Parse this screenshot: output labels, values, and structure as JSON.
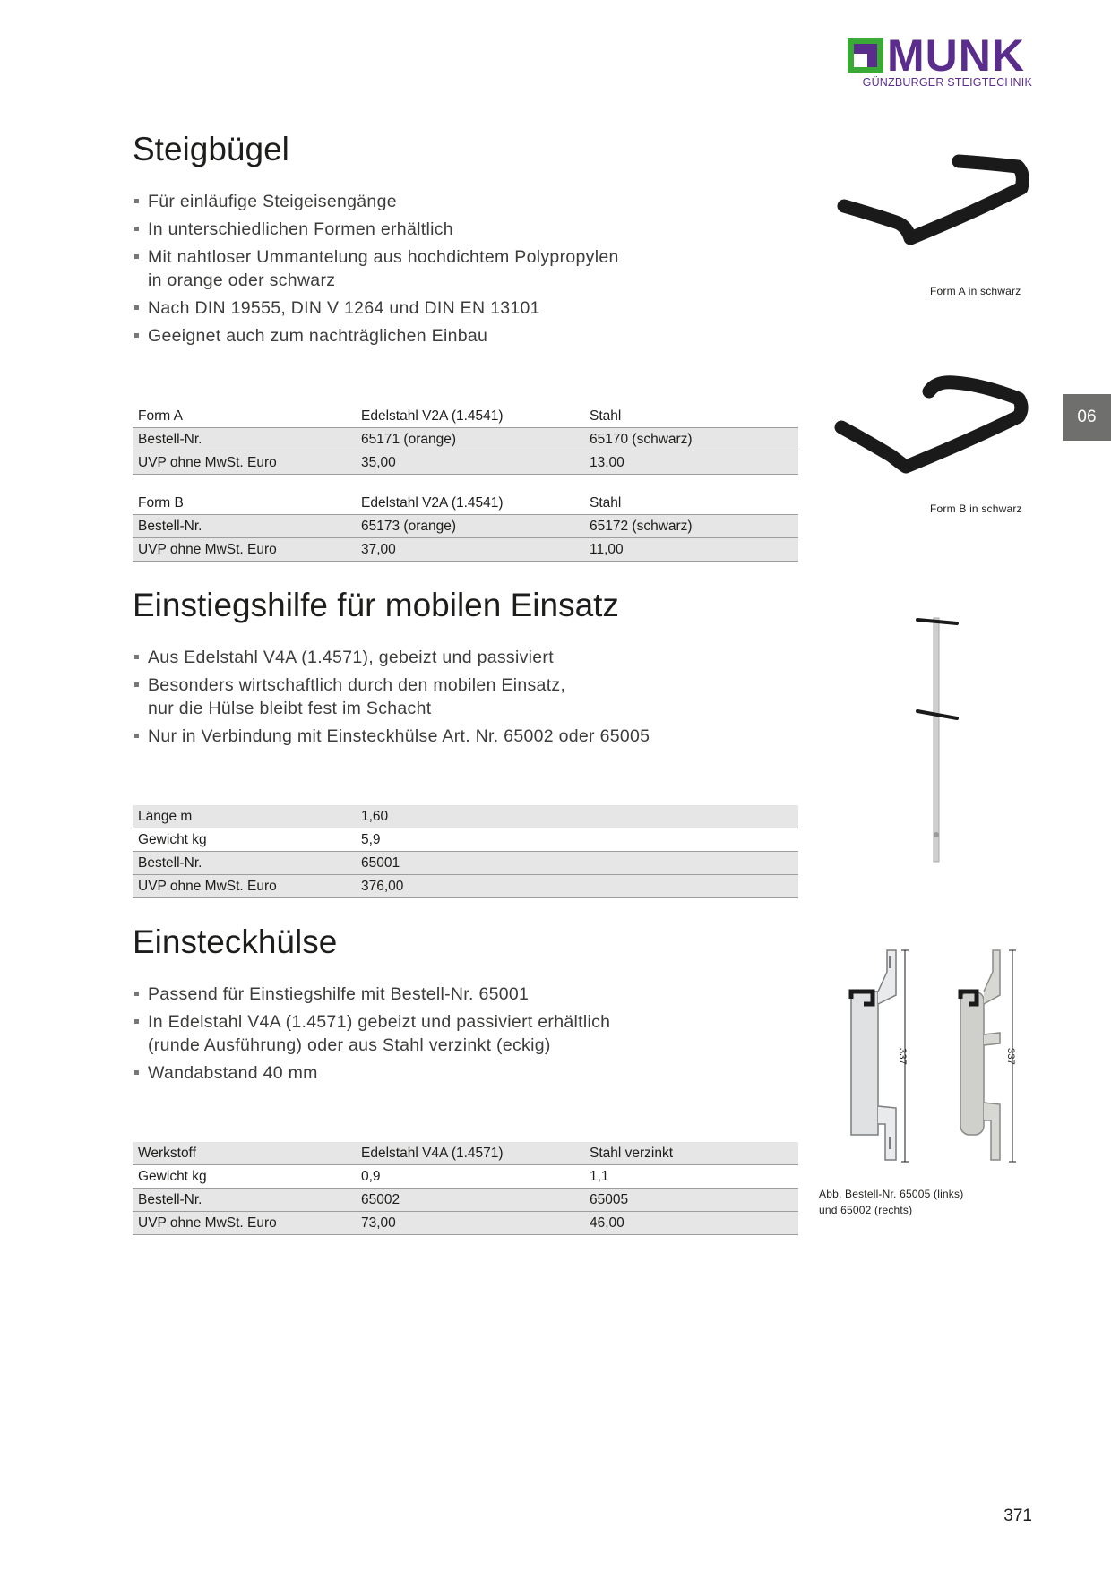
{
  "brand": {
    "name": "MUNK",
    "tagline": "GÜNZBURGER STEIGTECHNIK",
    "colors": {
      "purple": "#5a2d8c",
      "green": "#3aa935"
    }
  },
  "chapter_tab": "06",
  "sections": [
    {
      "title": "Steigbügel",
      "bullets": [
        "Für einläufige Steigeisengänge",
        "In unterschiedlichen Formen erhältlich",
        "Mit nahtloser Ummantelung aus hochdichtem Polypropylen",
        "in orange oder schwarz",
        "Nach DIN 19555, DIN V 1264 und DIN EN 13101",
        "Geeignet auch zum nachträglichen Einbau"
      ],
      "table_a": [
        [
          "Form A",
          "Edelstahl V2A (1.4541)",
          "Stahl"
        ],
        [
          "Bestell-Nr.",
          "65171 (orange)",
          "65170 (schwarz)"
        ],
        [
          "UVP ohne MwSt. Euro",
          "35,00",
          "13,00"
        ]
      ],
      "table_b": [
        [
          "Form B",
          "Edelstahl V2A (1.4541)",
          "Stahl"
        ],
        [
          "Bestell-Nr.",
          "65173 (orange)",
          "65172 (schwarz)"
        ],
        [
          "UVP ohne MwSt. Euro",
          "37,00",
          "11,00"
        ]
      ],
      "captions": [
        "Form A in schwarz",
        "Form B in schwarz"
      ]
    },
    {
      "title": "Einstiegshilfe für mobilen Einsatz",
      "bullets": [
        "Aus Edelstahl V4A (1.4571), gebeizt und passiviert",
        "Besonders wirtschaftlich durch den mobilen Einsatz,",
        "nur die Hülse bleibt fest im Schacht",
        "Nur in Verbindung mit Einsteckhülse Art. Nr. 65002 oder 65005"
      ],
      "table": [
        [
          "Länge m",
          "1,60"
        ],
        [
          "Gewicht kg",
          "5,9"
        ],
        [
          "Bestell-Nr.",
          "65001"
        ],
        [
          "UVP ohne MwSt. Euro",
          "376,00"
        ]
      ]
    },
    {
      "title": "Einsteckhülse",
      "bullets": [
        "Passend für Einstiegshilfe mit Bestell-Nr. 65001",
        "In Edelstahl V4A (1.4571) gebeizt und passiviert erhältlich",
        "(runde Ausführung) oder aus Stahl verzinkt (eckig)",
        "Wandabstand 40 mm"
      ],
      "table": [
        [
          "Werkstoff",
          "Edelstahl V4A (1.4571)",
          "Stahl verzinkt"
        ],
        [
          "Gewicht kg",
          "0,9",
          "1,1"
        ],
        [
          "Bestell-Nr.",
          "65002",
          "65005"
        ],
        [
          "UVP ohne MwSt. Euro",
          "73,00",
          "46,00"
        ]
      ],
      "dimension_label": "337",
      "caption_lines": [
        "Abb. Bestell-Nr. 65005 (links)",
        "und 65002 (rechts)"
      ]
    }
  ],
  "page_number": "371"
}
